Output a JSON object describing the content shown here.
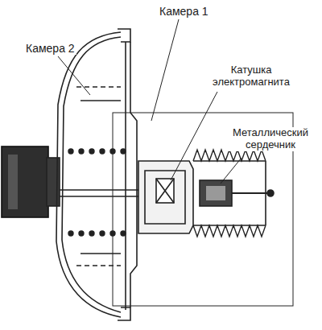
{
  "diagram": {
    "labels": [
      "Камера 1",
      "Камера 2",
      "Катушка электромагнита",
      "Металлический сердечник"
    ]
  }
}
